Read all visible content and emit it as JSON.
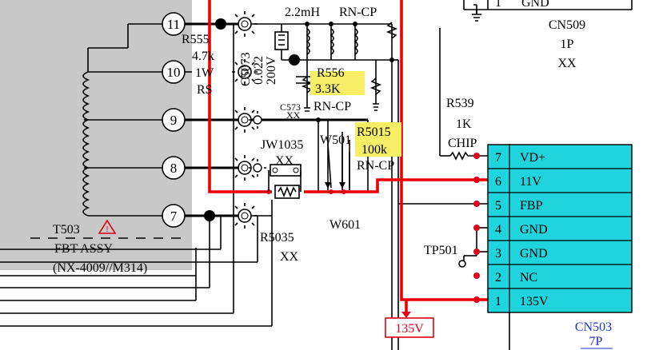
{
  "colors": {
    "transformer_fill": "#c8c8c8",
    "connector_fill": "#1fd4dc",
    "highlight": "#f5ee66",
    "power_trace": "#ee0000",
    "connector_label": "#1a33cc"
  },
  "transformer": {
    "ref": "T503",
    "name": "FBT ASSY",
    "part": "(NX-4009//M314)",
    "warning_icon": "caution-triangle-icon",
    "pins": [
      "11",
      "10",
      "9",
      "8",
      "7"
    ]
  },
  "components": {
    "r555": {
      "ref": "R555",
      "value": "4.7k",
      "rating": "1W",
      "type": "RS"
    },
    "l514": {
      "value": "2.2mH"
    },
    "rn_cp_top": "RN-CP",
    "c5073": {
      "ref": "C5073",
      "value": "0.022",
      "rating": "200V"
    },
    "r556": {
      "ref": "R556",
      "value": "3.3K",
      "type": "RN-CP"
    },
    "c573": {
      "ref": "C573",
      "value": "XX"
    },
    "r5015": {
      "ref": "R5015",
      "value": "100k",
      "type": "RN-CP"
    },
    "jw1035": {
      "ref": "JW1035",
      "value": "XX"
    },
    "w501": {
      "ref": "W501"
    },
    "w601": {
      "ref": "W601"
    },
    "r5035": {
      "ref": "R5035",
      "value": "XX"
    },
    "r539": {
      "ref": "R539",
      "value": "1K",
      "type": "CHIP"
    },
    "tp501": {
      "ref": "TP501"
    }
  },
  "cn509": {
    "ref": "CN509",
    "pins": "1P",
    "value": "XX",
    "pin_number": "1",
    "pin_label": "GND"
  },
  "cn503": {
    "ref": "CN503",
    "pins_count": "7P",
    "pins": [
      {
        "num": "7",
        "label": "VD+"
      },
      {
        "num": "6",
        "label": "11V"
      },
      {
        "num": "5",
        "label": "FBP"
      },
      {
        "num": "4",
        "label": "GND"
      },
      {
        "num": "3",
        "label": "GND"
      },
      {
        "num": "2",
        "label": "NC"
      },
      {
        "num": "1",
        "label": "135V"
      }
    ]
  },
  "flag_135v": {
    "label": "135V"
  }
}
